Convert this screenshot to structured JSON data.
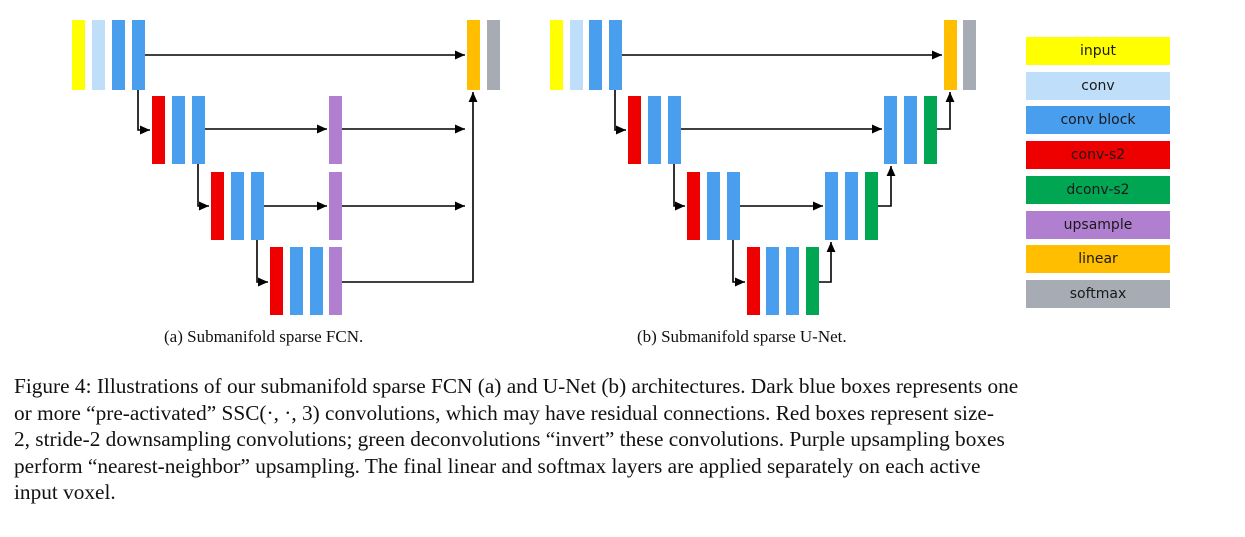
{
  "colors": {
    "input": "#ffff00",
    "conv": "#bedefa",
    "conv_block": "#4a9eee",
    "conv_s2": "#ee0000",
    "dconv_s2": "#00a651",
    "upsample": "#b07fd0",
    "linear": "#ffbe00",
    "softmax": "#a6abb4",
    "arrow": "#000000"
  },
  "legend": [
    {
      "label": "input",
      "color_key": "input"
    },
    {
      "label": "conv",
      "color_key": "conv"
    },
    {
      "label": "conv block",
      "color_key": "conv_block"
    },
    {
      "label": "conv-s2",
      "color_key": "conv_s2"
    },
    {
      "label": "dconv-s2",
      "color_key": "dconv_s2"
    },
    {
      "label": "upsample",
      "color_key": "upsample"
    },
    {
      "label": "linear",
      "color_key": "linear"
    },
    {
      "label": "softmax",
      "color_key": "softmax"
    }
  ],
  "subcaptions": {
    "fcn": "(a) Submanifold sparse FCN.",
    "unet": "(b) Submanifold sparse U-Net."
  },
  "caption": {
    "lines": [
      "Figure 4: Illustrations of our submanifold sparse FCN (a) and U-Net (b) architectures. Dark blue boxes represents one",
      "or more “pre-activated” SSC(·, ·, 3) convolutions, which may have residual connections.  Red boxes represent size-",
      "2, stride-2 downsampling convolutions; green deconvolutions “invert” these convolutions. Purple upsampling boxes",
      "perform “nearest-neighbor” upsampling.  The final linear and softmax layers are applied separately on each active",
      "input voxel."
    ]
  }
}
